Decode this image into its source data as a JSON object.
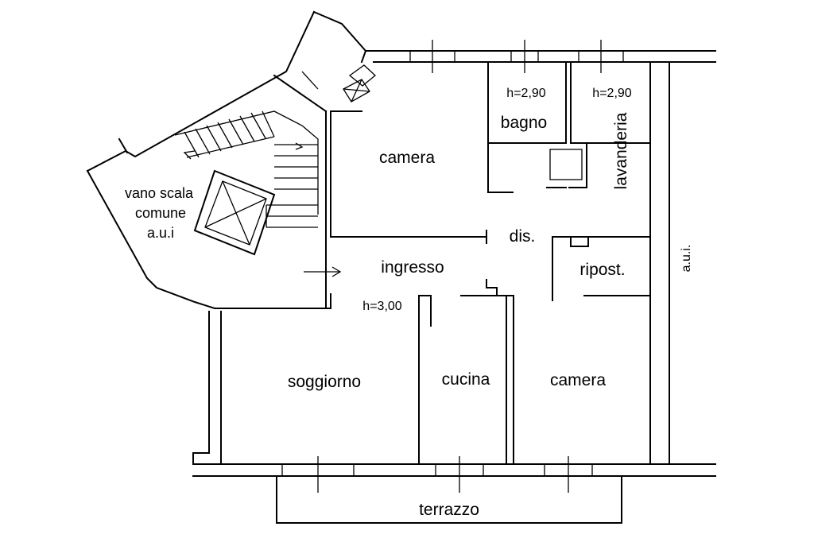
{
  "rooms": {
    "camera_top": "camera",
    "bagno": "bagno",
    "lavanderia": "lavanderia",
    "dis": "dis.",
    "ingresso": "ingresso",
    "ripost": "ripost.",
    "soggiorno": "soggiorno",
    "cucina": "cucina",
    "camera_bottom": "camera",
    "terrazzo": "terrazzo"
  },
  "heights": {
    "bagno": "h=2,90",
    "lavanderia": "h=2,90",
    "ingresso": "h=3,00"
  },
  "stair": {
    "line1": "vano scala",
    "line2": "comune",
    "line3": "a.u.i"
  },
  "neighbor": "a.u.i."
}
